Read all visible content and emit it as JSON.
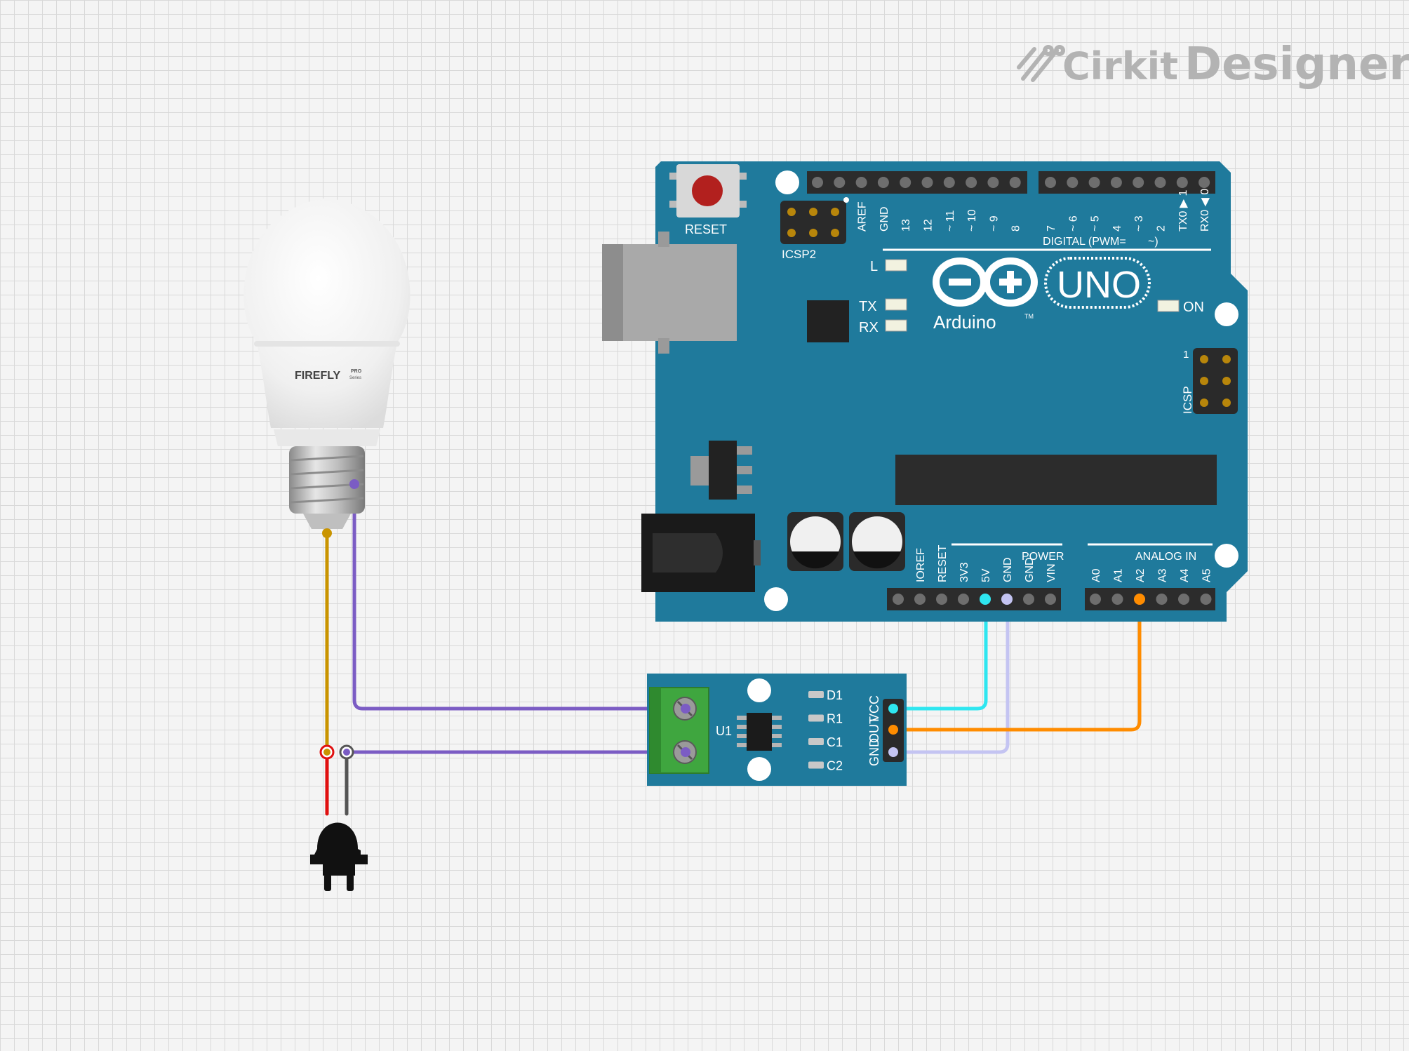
{
  "app": {
    "brand_part1": "Cirkit",
    "brand_part2": "Designer"
  },
  "colors": {
    "pcb_blue": "#1f7a9c",
    "pcb_dark": "#17607c",
    "wire_purple": "#7b5cc4",
    "wire_gold": "#c99400",
    "wire_red": "#e01010",
    "wire_gray": "#555555",
    "wire_cyan": "#2ee6f0",
    "wire_lavender": "#c4c4f2",
    "wire_orange": "#ff8c00",
    "terminal_green": "#3fa63f"
  },
  "bulb": {
    "brand": "FIREFLY",
    "badge_top": "PRO",
    "badge_bottom": "Series"
  },
  "arduino": {
    "reset_label": "RESET",
    "icsp2_label": "ICSP2",
    "icsp_label": "ICSP",
    "icsp_pin1": "1",
    "led_l": "L",
    "led_tx": "TX",
    "led_rx": "RX",
    "led_on": "ON",
    "brand": "Arduino",
    "model": "UNO",
    "tm": "TM",
    "digital_header": "DIGITAL (PWM=",
    "digital_tilde": "~)",
    "digital_pins": [
      "AREF",
      "GND",
      "13",
      "12",
      "~ 11",
      "~ 10",
      "~ 9",
      "8",
      "7",
      "~ 6",
      "~ 5",
      "4",
      "~ 3",
      "2",
      "TX0 ▶ 1",
      "RX0 ◀ 0"
    ],
    "power_header": "POWER",
    "power_pins": [
      "IOREF",
      "RESET",
      "3V3",
      "5V",
      "GND",
      "GND",
      "VIN"
    ],
    "analog_header": "ANALOG IN",
    "analog_pins": [
      "A0",
      "A1",
      "A2",
      "A3",
      "A4",
      "A5"
    ]
  },
  "sensor": {
    "chip_label": "U1",
    "components": [
      "D1",
      "R1",
      "C1",
      "C2"
    ],
    "pins": [
      "VCC",
      "OUT",
      "GND"
    ]
  }
}
